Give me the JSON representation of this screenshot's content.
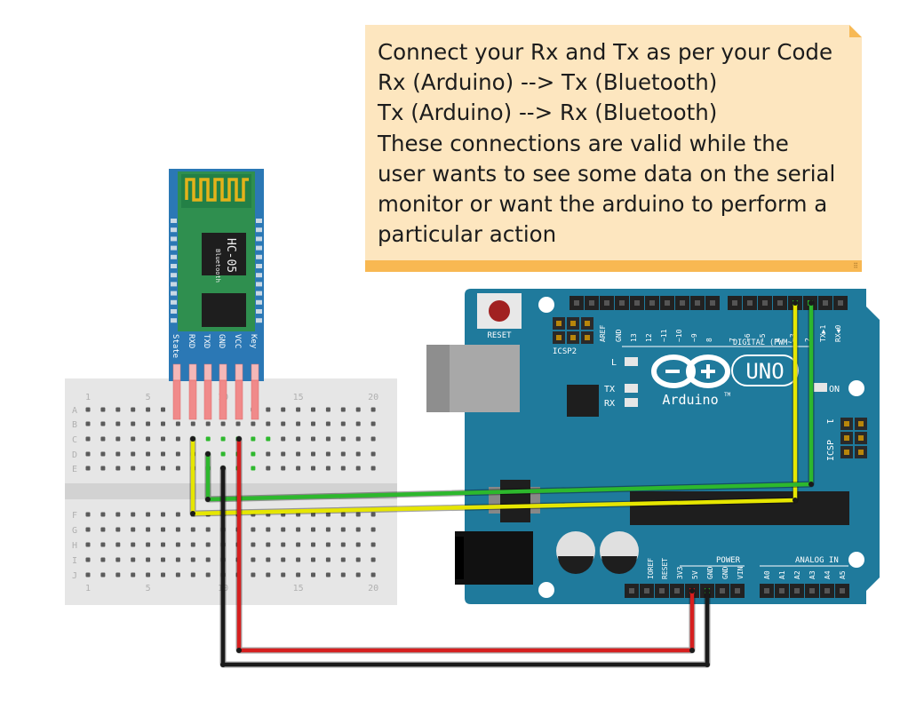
{
  "note": {
    "lines": [
      "Connect your Rx and Tx as per your Code",
      "Rx (Arduino) --> Tx (Bluetooth)",
      "Tx (Arduino) --> Rx (Bluetooth)",
      "These connections are valid while the",
      "user wants to see some data on the serial",
      "monitor or want the arduino to perform a",
      "particular action"
    ],
    "background": "#fde6bf",
    "bar_color": "#f8b852"
  },
  "bluetooth_module": {
    "chip_label": "HC-05",
    "chip_sublabel": "Bluetooth",
    "pins": [
      "State",
      "RXD",
      "TXD",
      "GND",
      "VCC",
      "Key"
    ],
    "board_color": "#2f8f4f",
    "frame_color": "#2b78b5"
  },
  "breadboard": {
    "rows_top": [
      "A",
      "B",
      "C",
      "D",
      "E"
    ],
    "rows_bottom": [
      "F",
      "G",
      "H",
      "I",
      "J"
    ],
    "column_numbers": [
      "1",
      "5",
      "10",
      "15",
      "20"
    ]
  },
  "arduino": {
    "board_color": "#1f7a9c",
    "reset_label": "RESET",
    "icsp2_label": "ICSP2",
    "icsp_label": "ICSP",
    "icsp_pin1": "1",
    "led_l": "L",
    "led_tx": "TX",
    "led_rx": "RX",
    "on_label": "ON",
    "logo_text": "Arduino",
    "logo_tm": "TM",
    "uno_label": "UNO",
    "digital_label": "DIGITAL (PWM~)",
    "digital_pins": [
      "AREF",
      "GND",
      "13",
      "12",
      "~11",
      "~10",
      "~9",
      "8",
      "7",
      "~6",
      "~5",
      "4",
      "~3",
      "2",
      "TX▶1",
      "RX◀0"
    ],
    "power_label": "POWER",
    "power_pins": [
      "IOREF",
      "RESET",
      "3V3",
      "5V",
      "GND",
      "GND",
      "VIN"
    ],
    "analog_label": "ANALOG IN",
    "analog_pins": [
      "A0",
      "A1",
      "A2",
      "A3",
      "A4",
      "A5"
    ]
  },
  "wires": {
    "yellow": "#e6e600",
    "green": "#2db82d",
    "red": "#d61f1f",
    "black": "#1a1a1a"
  }
}
